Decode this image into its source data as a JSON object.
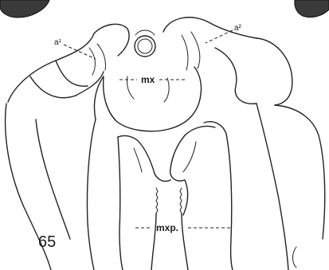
{
  "figure": {
    "number": "65",
    "labels": {
      "antenna_left": "a¹",
      "antenna_right": "a²",
      "maxilla": "mx",
      "maxilliped": "mxp."
    }
  }
}
